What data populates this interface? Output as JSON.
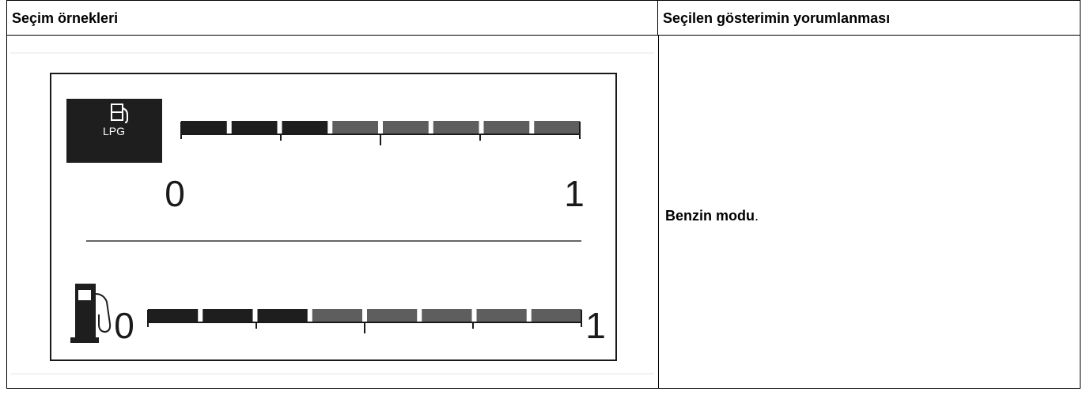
{
  "table": {
    "header_left": "Seçim örnekleri",
    "header_right": "Seçilen gösterimin yorumlanması",
    "description_bold": "Benzin modu",
    "description_suffix": "."
  },
  "display": {
    "lpg_label": "LPG",
    "lpg_scale_min": "0",
    "lpg_scale_max": "1",
    "petrol_scale_min": "0",
    "petrol_scale_max": "1",
    "lpg_level_fraction": 0.375,
    "petrol_level_fraction": 0.375,
    "segments": 8,
    "colors": {
      "filled": "#1e1e1e",
      "empty": "#5e5e5e",
      "frame": "#1a1a1a"
    }
  }
}
